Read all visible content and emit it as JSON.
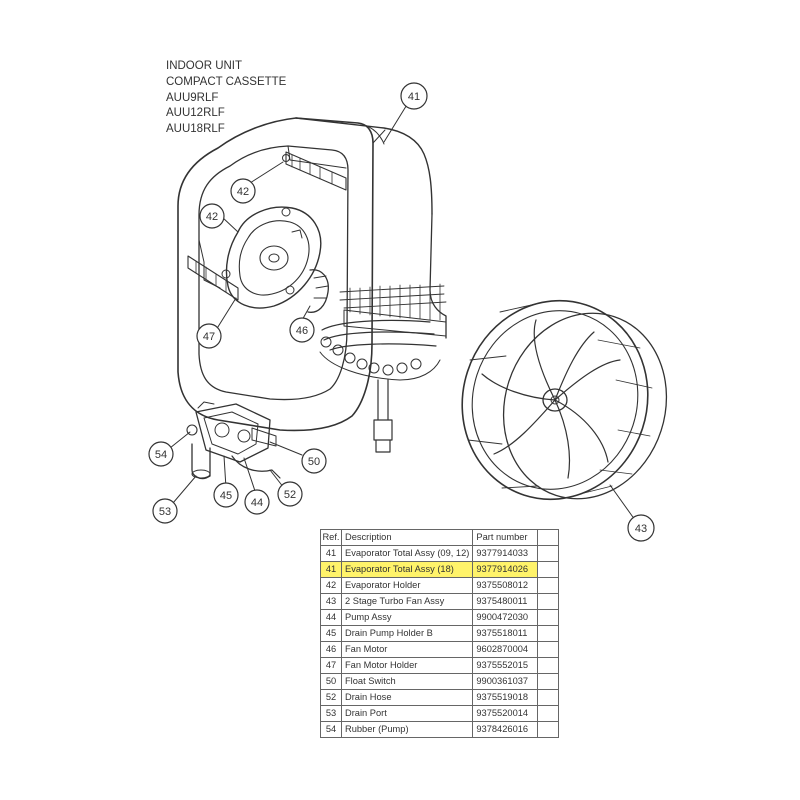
{
  "title_lines": [
    "INDOOR UNIT",
    "COMPACT CASSETTE",
    "AUU9RLF",
    "AUU12RLF",
    "AUU18RLF"
  ],
  "callouts": [
    "41",
    "42",
    "42",
    "47",
    "46",
    "54",
    "50",
    "45",
    "44",
    "52",
    "53",
    "43"
  ],
  "table": {
    "headers": {
      "ref": "Ref.",
      "description": "Description",
      "part_number": "Part number",
      "extra": ""
    },
    "highlight_color": "#fff36a",
    "rows": [
      {
        "ref": "41",
        "description": "Evaporator Total Assy (09, 12)",
        "part_number": "9377914033",
        "highlighted": false
      },
      {
        "ref": "41",
        "description": "Evaporator Total Assy (18)",
        "part_number": "9377914026",
        "highlighted": true
      },
      {
        "ref": "42",
        "description": "Evaporator Holder",
        "part_number": "9375508012",
        "highlighted": false
      },
      {
        "ref": "43",
        "description": "2 Stage Turbo Fan Assy",
        "part_number": "9375480011",
        "highlighted": false
      },
      {
        "ref": "44",
        "description": "Pump Assy",
        "part_number": "9900472030",
        "highlighted": false
      },
      {
        "ref": "45",
        "description": "Drain Pump Holder B",
        "part_number": "9375518011",
        "highlighted": false
      },
      {
        "ref": "46",
        "description": "Fan Motor",
        "part_number": "9602870004",
        "highlighted": false
      },
      {
        "ref": "47",
        "description": "Fan Motor Holder",
        "part_number": "9375552015",
        "highlighted": false
      },
      {
        "ref": "50",
        "description": "Float Switch",
        "part_number": "9900361037",
        "highlighted": false
      },
      {
        "ref": "52",
        "description": "Drain Hose",
        "part_number": "9375519018",
        "highlighted": false
      },
      {
        "ref": "53",
        "description": "Drain Port",
        "part_number": "9375520014",
        "highlighted": false
      },
      {
        "ref": "54",
        "description": "Rubber (Pump)",
        "part_number": "9378426016",
        "highlighted": false
      }
    ]
  }
}
